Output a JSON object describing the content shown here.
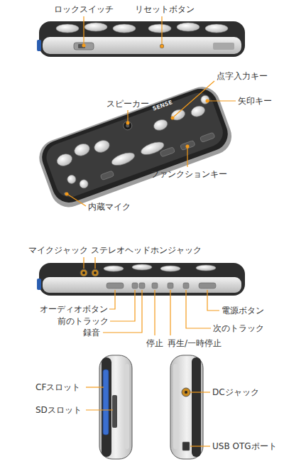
{
  "diagram": {
    "labels": [
      "ロックスイッチ",
      "リセットボタン",
      "スピーカー",
      "SENSE",
      "点字入力キー",
      "矢印キー",
      "ファンクションキー",
      "内蔵マイク",
      "マイクジャック",
      "ステレオヘッドホンジャック",
      "オーディオボタン",
      "前のトラック",
      "録音",
      "停止",
      "再生/一時停止",
      "次のトラック",
      "電源ボタン",
      "CFスロット",
      "SDスロット",
      "DCジャック",
      "USB OTGポート"
    ]
  }
}
